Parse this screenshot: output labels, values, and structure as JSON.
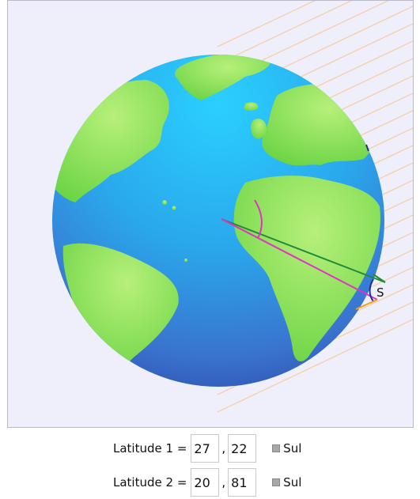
{
  "stage": {
    "marker_label": "S"
  },
  "controls": {
    "latitude1": {
      "label": "Latitude 1 =",
      "degrees": "27",
      "separator": ",",
      "minutes": "22",
      "south_checkbox_label": "Sul",
      "south_checked": true
    },
    "latitude2": {
      "label": "Latitude 2 =",
      "degrees": "20",
      "separator": ",",
      "minutes": "81",
      "south_checkbox_label": "Sul",
      "south_checked": true
    }
  },
  "colors": {
    "ocean": "#2e9ae3",
    "land": "#8ee05a",
    "sun_rays": "#f6cfa6",
    "line_green": "#1f8a3a",
    "line_magenta": "#e033c4",
    "line_orange": "#f0a020",
    "arc_blue": "#1a2f9a",
    "panel_bg": "#efeffb"
  }
}
